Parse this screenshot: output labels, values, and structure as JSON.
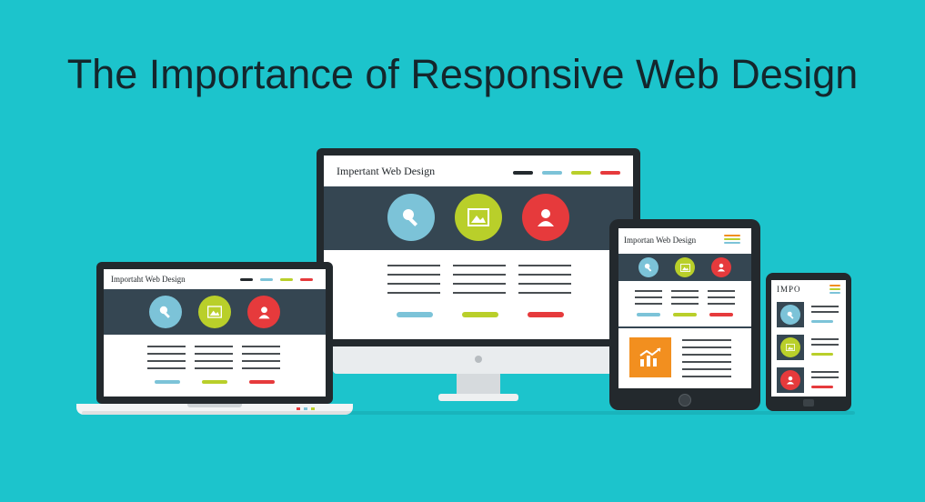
{
  "headline": "The Importance of Responsive Web Design",
  "mockup_header": {
    "monitor": "Impertant Web Design",
    "laptop": "Importaht Web Design",
    "tablet": "Importan Web Design",
    "phone": "IMPO"
  },
  "colors": {
    "background": "#1cc4cc",
    "device_frame": "#23292d",
    "hero_panel": "#354652",
    "accent_blue": "#7cc3d8",
    "accent_green": "#b9cf2a",
    "accent_red": "#e63a3c",
    "accent_orange": "#f28f1f"
  },
  "icons": [
    "search-icon",
    "image-icon",
    "user-icon",
    "chart-icon"
  ]
}
